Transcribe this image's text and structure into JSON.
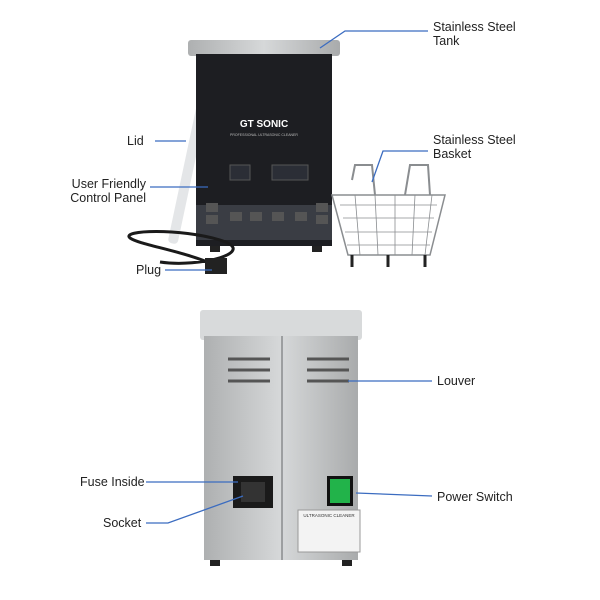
{
  "colors": {
    "leader_line": "#3b6cc0",
    "panel": "#1d1e22",
    "steel": "#c9cbcc",
    "switch": "#22b34a"
  },
  "device_text": {
    "brand": "GT SONIC",
    "subtitle": "PROFESSIONAL ULTRASONIC CLEANER",
    "rear_label_title": "ULTRASONIC CLEANER"
  },
  "callouts": {
    "tank": {
      "line1": "Stainless Steel",
      "line2": "Tank"
    },
    "lid": "Lid",
    "control_panel": {
      "line1": "User Friendly",
      "line2": "Control Panel"
    },
    "basket": {
      "line1": "Stainless Steel",
      "line2": "Basket"
    },
    "plug": "Plug",
    "louver": "Louver",
    "fuse": "Fuse Inside",
    "socket": "Socket",
    "power_switch": "Power Switch"
  }
}
